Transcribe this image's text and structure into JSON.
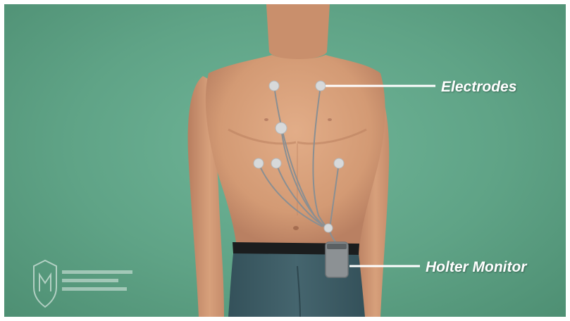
{
  "image": {
    "kind": "medical illustration",
    "subject": "Holter monitor with chest electrodes on male torso",
    "labels": {
      "electrodes": "Electrodes",
      "holter_monitor": "Holter Monitor"
    },
    "colors": {
      "background": "#5fa386",
      "skin": "#d9a07a",
      "shorts": "#3f5e66",
      "waistband": "#1b1d1e",
      "leads": "#8a8f92",
      "label_text": "#ffffff"
    }
  }
}
